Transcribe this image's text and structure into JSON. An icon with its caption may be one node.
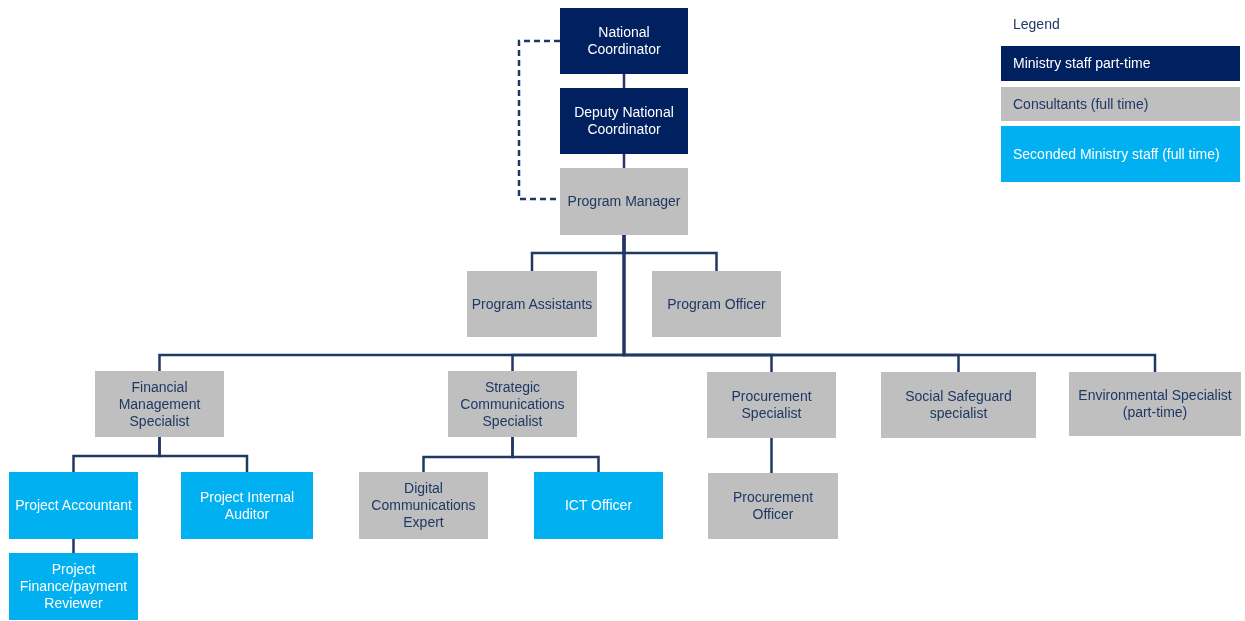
{
  "diagram": {
    "nodes": [
      {
        "text": [
          "National Coordinator"
        ]
      },
      {
        "text": [
          "Deputy National Coordinator"
        ]
      },
      {
        "text": [
          "Program Manager"
        ]
      },
      {
        "text": [
          "Program Assistants"
        ]
      },
      {
        "text": [
          "Program Officer"
        ]
      },
      {
        "text": [
          "Financial Management Specialist"
        ]
      },
      {
        "text": [
          "Strategic Communications Specialist"
        ]
      },
      {
        "text": [
          "Procurement Specialist"
        ]
      },
      {
        "text": [
          "Social Safeguard specialist"
        ]
      },
      {
        "text": [
          "Environmental Specialist (part-time)"
        ]
      },
      {
        "text": [
          "Project Accountant"
        ]
      },
      {
        "text": [
          "Project Internal Auditor"
        ]
      },
      {
        "text": [
          "Digital Communications Expert"
        ]
      },
      {
        "text": [
          "ICT Officer"
        ]
      },
      {
        "text": [
          "Procurement Officer"
        ]
      },
      {
        "text": [
          "Project Finance/payment Reviewer"
        ]
      }
    ],
    "edges": [
      {
        "from": 0,
        "to": 1,
        "arrow": "none"
      },
      {
        "from": 1,
        "to": 2,
        "arrow": "none"
      },
      {
        "from": 0,
        "to": 2,
        "arrow": "none",
        "style": "dashed"
      },
      {
        "from": 2,
        "to": 3,
        "arrow": "none"
      },
      {
        "from": 2,
        "to": 4,
        "arrow": "none"
      },
      {
        "from": 2,
        "to": 5,
        "arrow": "none"
      },
      {
        "from": 2,
        "to": 6,
        "arrow": "none"
      },
      {
        "from": 2,
        "to": 7,
        "arrow": "none"
      },
      {
        "from": 2,
        "to": 8,
        "arrow": "none"
      },
      {
        "from": 2,
        "to": 9,
        "arrow": "none"
      },
      {
        "from": 5,
        "to": 10,
        "arrow": "none"
      },
      {
        "from": 5,
        "to": 11,
        "arrow": "none"
      },
      {
        "from": 6,
        "to": 12,
        "arrow": "none"
      },
      {
        "from": 6,
        "to": 13,
        "arrow": "none"
      },
      {
        "from": 7,
        "to": 14,
        "arrow": "none"
      },
      {
        "from": 10,
        "to": 15,
        "arrow": "none"
      }
    ],
    "labels": [
      "Legend"
    ],
    "legend": [
      {
        "text": "Ministry staff part-time",
        "color": "#002060"
      },
      {
        "text": "Consultants (full time)",
        "color": "#bfbfbf"
      },
      {
        "text": "Seconded Ministry staff (full time)",
        "color": "#00b0f0"
      }
    ]
  }
}
